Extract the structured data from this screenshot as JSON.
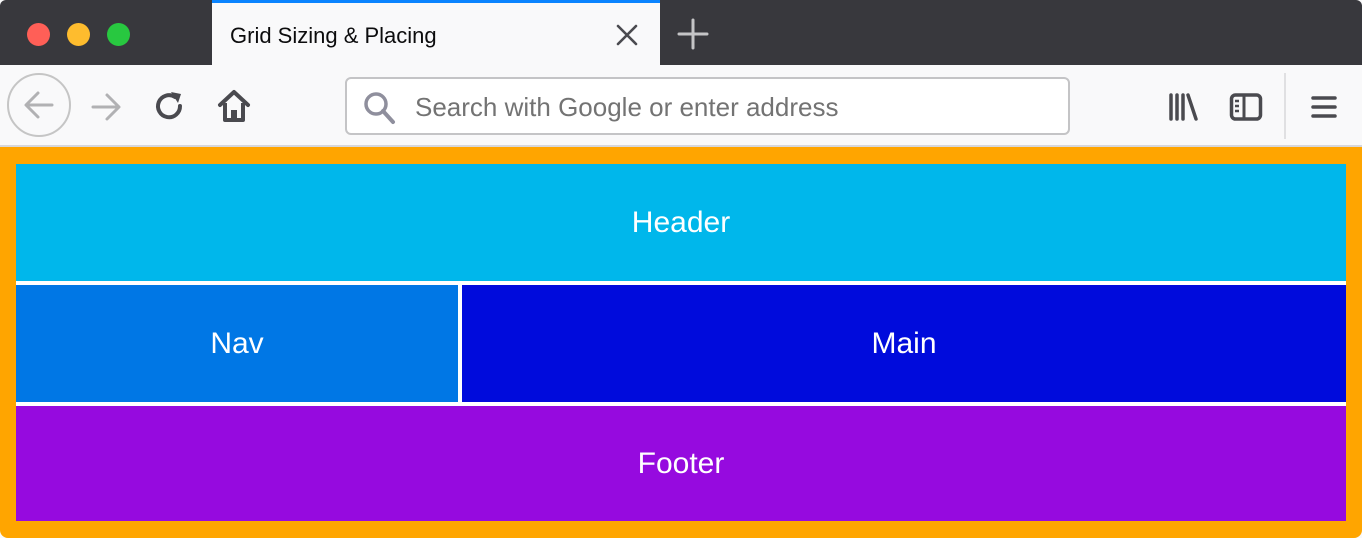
{
  "window": {
    "traffic_lights": [
      {
        "name": "close",
        "color": "#ff5f57"
      },
      {
        "name": "minimize",
        "color": "#febc2e"
      },
      {
        "name": "zoom",
        "color": "#28c840"
      }
    ]
  },
  "tabs": [
    {
      "title": "Grid Sizing & Placing",
      "active": true
    }
  ],
  "toolbar": {
    "search_placeholder": "Search with Google or enter address",
    "search_value": ""
  },
  "colors": {
    "page_background": "#ffa500",
    "tab_accent": "#0a84ff"
  },
  "page": {
    "grid_items": [
      {
        "label": "Header",
        "color": "#00b7eb"
      },
      {
        "label": "Nav",
        "color": "#0077e5"
      },
      {
        "label": "Main",
        "color": "#000bdc"
      },
      {
        "label": "Footer",
        "color": "#960adf"
      }
    ]
  }
}
